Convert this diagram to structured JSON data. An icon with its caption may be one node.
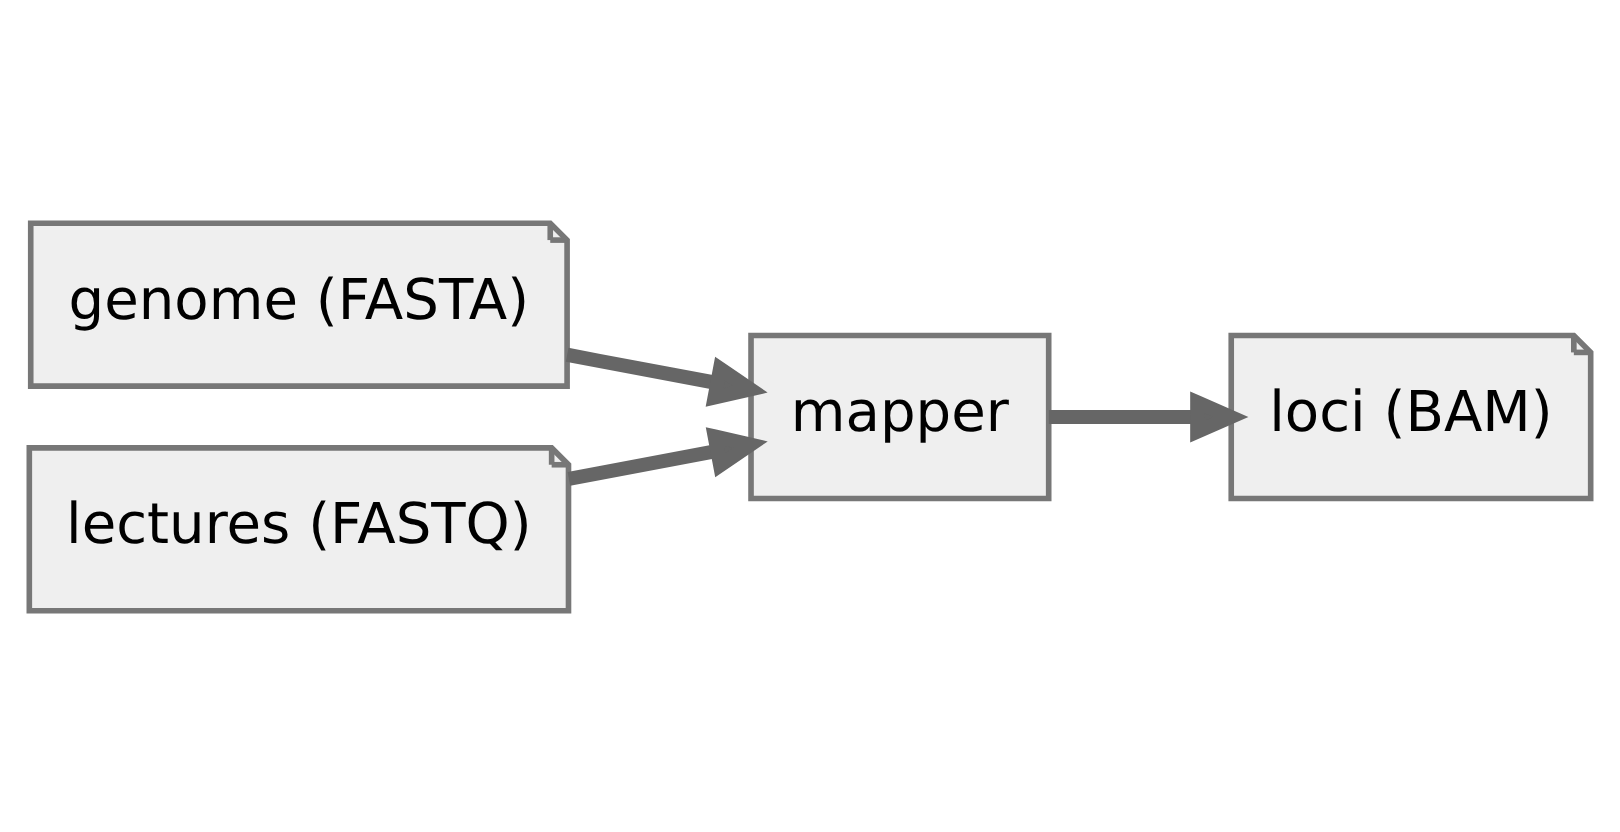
{
  "diagram": {
    "nodes": [
      {
        "text": [
          "genome (FASTA)"
        ]
      },
      {
        "text": [
          "lectures (FASTQ)"
        ]
      },
      {
        "text": [
          "mapper"
        ]
      },
      {
        "text": [
          "loci (BAM)"
        ]
      }
    ],
    "edges": [
      {
        "from": 0,
        "to": 2,
        "arrow": "to"
      },
      {
        "from": 1,
        "to": 2,
        "arrow": "to"
      },
      {
        "from": 2,
        "to": 3,
        "arrow": "to"
      }
    ]
  }
}
